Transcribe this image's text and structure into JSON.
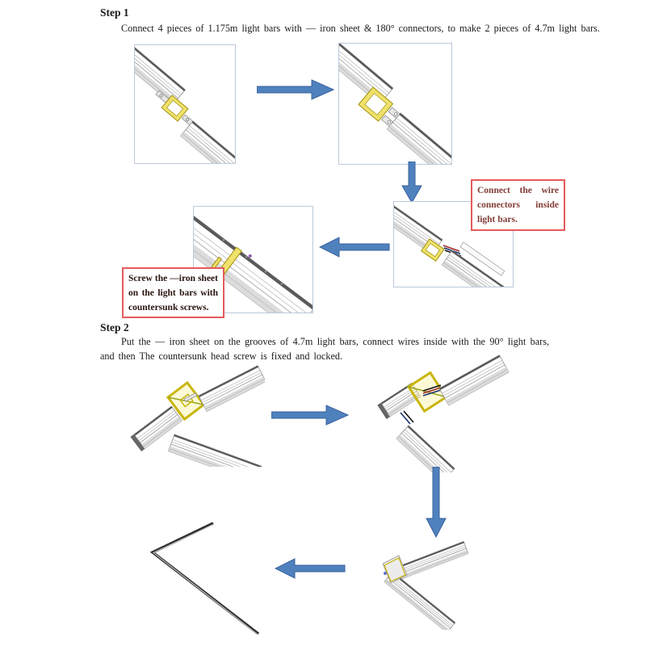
{
  "document": {
    "background": "#ffffff",
    "steps": [
      {
        "heading": "Step 1",
        "description": "Connect 4 pieces of  1.175m light bars with — iron sheet & 180° connectors, to make 2 pieces of 4.7m light bars."
      },
      {
        "heading": "Step 2",
        "description": "Put the — iron sheet on the grooves of 4.7m light bars, connect wires inside with the 90° light bars, and then The countersunk head screw is fixed and locked."
      }
    ],
    "callouts": [
      {
        "id": "wire-connectors",
        "text": "Connect the wire connectors inside light bars."
      },
      {
        "id": "screw-iron-sheet",
        "text": "Screw the —iron sheet on the light bars with countersunk screws."
      }
    ],
    "arrows": [
      {
        "direction": "right",
        "step": 1
      },
      {
        "direction": "down",
        "step": 1
      },
      {
        "direction": "left",
        "step": 1
      },
      {
        "direction": "right",
        "step": 2
      },
      {
        "direction": "down",
        "step": 2
      },
      {
        "direction": "left",
        "step": 2
      }
    ],
    "illustrations": [
      {
        "name": "two-bars-apart-with-180-connector"
      },
      {
        "name": "connector-mounted-on-bar-end"
      },
      {
        "name": "bars-joined-wires-inside"
      },
      {
        "name": "iron-sheet-screwed-on-joint"
      },
      {
        "name": "corner-connector-with-90-bars-apart"
      },
      {
        "name": "corner-wires-connected"
      },
      {
        "name": "corner-assembled"
      },
      {
        "name": "finished-l-shape-bar"
      }
    ],
    "colors": {
      "arrow_fill": "#4f81bd",
      "arrow_outline": "#38619c",
      "frame_border": "#bcc9dc",
      "callout_border": "#e45b5b",
      "callout1_text": "#823c35",
      "callout2_text": "#2a1410",
      "connector_yellow": "#efe26b",
      "body_text": "#1a1a1a"
    }
  }
}
